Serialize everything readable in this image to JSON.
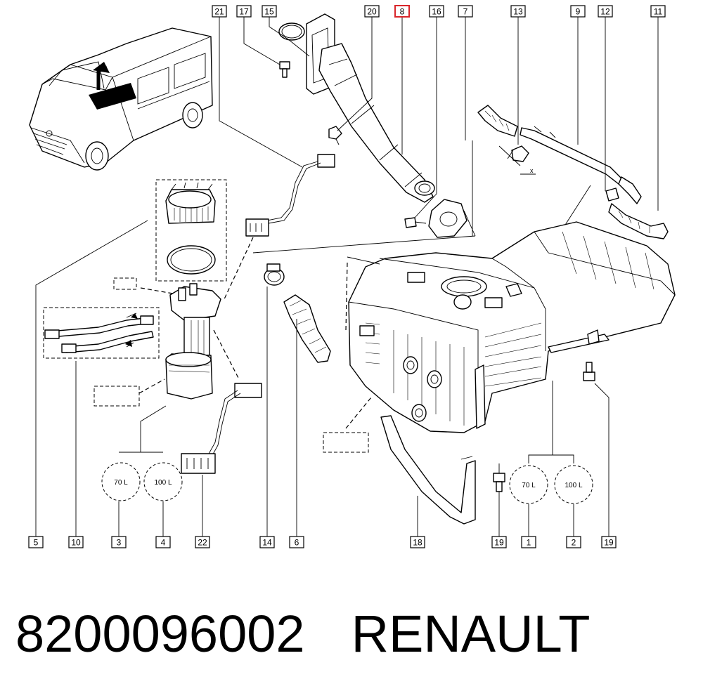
{
  "callouts": [
    {
      "id": "21",
      "highlight": false
    },
    {
      "id": "17",
      "highlight": false
    },
    {
      "id": "15",
      "highlight": false
    },
    {
      "id": "20",
      "highlight": false
    },
    {
      "id": "8",
      "highlight": true
    },
    {
      "id": "16",
      "highlight": false
    },
    {
      "id": "7",
      "highlight": false
    },
    {
      "id": "13",
      "highlight": false
    },
    {
      "id": "9",
      "highlight": false
    },
    {
      "id": "12",
      "highlight": false
    },
    {
      "id": "11",
      "highlight": false
    },
    {
      "id": "5",
      "highlight": false
    },
    {
      "id": "10",
      "highlight": false
    },
    {
      "id": "3",
      "highlight": false
    },
    {
      "id": "4",
      "highlight": false
    },
    {
      "id": "22",
      "highlight": false
    },
    {
      "id": "14",
      "highlight": false
    },
    {
      "id": "6",
      "highlight": false
    },
    {
      "id": "18",
      "highlight": false
    },
    {
      "id": "19",
      "highlight": false
    },
    {
      "id": "1",
      "highlight": false
    },
    {
      "id": "2",
      "highlight": false
    },
    {
      "id": "19",
      "highlight": false
    }
  ],
  "capacity_labels": [
    "70 L",
    "100 L",
    "70 L",
    "100 L"
  ],
  "axis_mark": "x",
  "caption": {
    "part_number": "8200096002",
    "brand": "RENAULT"
  },
  "colors": {
    "highlight": "#d9262b",
    "ink": "#000000",
    "paper": "#ffffff"
  }
}
